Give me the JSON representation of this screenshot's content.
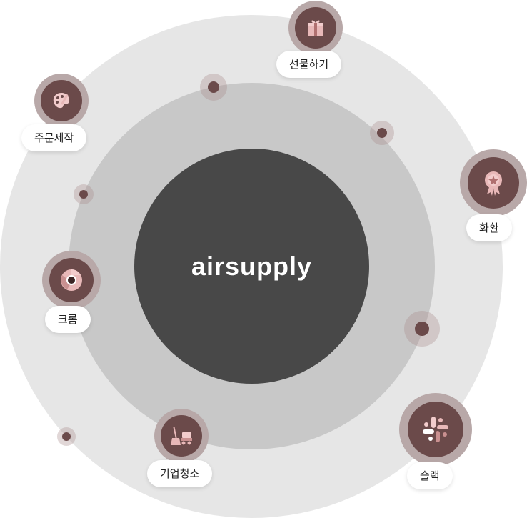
{
  "brand": {
    "text": "airsupply"
  },
  "nodes": {
    "gift": {
      "label": "선물하기",
      "icon": "gift-icon"
    },
    "custom": {
      "label": "주문제작",
      "icon": "palette-icon"
    },
    "exchange": {
      "label": "화환",
      "icon": "wreath-icon"
    },
    "chrome": {
      "label": "크롬",
      "icon": "chrome-icon"
    },
    "cleaning": {
      "label": "기업청소",
      "icon": "broom-icon"
    },
    "slack": {
      "label": "슬랙",
      "icon": "slack-icon"
    }
  },
  "colors": {
    "outer_ring": "#e6e6e6",
    "mid_ring": "#c8c8c8",
    "core": "#484848",
    "node_core": "#6b4a4a",
    "node_halo": "#b8a8a8"
  }
}
